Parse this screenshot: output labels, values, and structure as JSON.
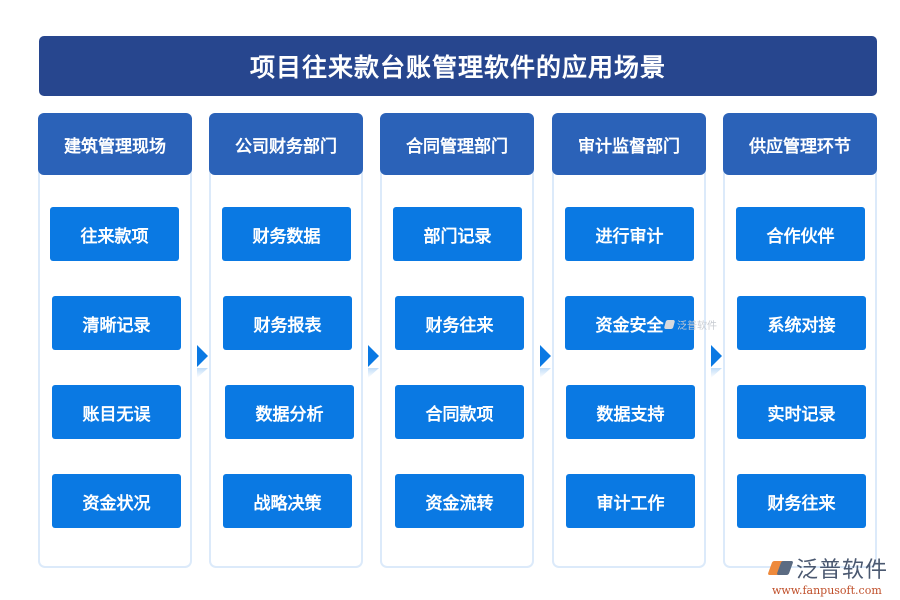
{
  "title": "项目往来款台账管理软件的应用场景",
  "columns": [
    {
      "header": "建筑管理现场",
      "items": [
        "往来款项",
        "清晰记录",
        "账目无误",
        "资金状况"
      ]
    },
    {
      "header": "公司财务部门",
      "items": [
        "财务数据",
        "财务报表",
        "数据分析",
        "战略决策"
      ]
    },
    {
      "header": "合同管理部门",
      "items": [
        "部门记录",
        "财务往来",
        "合同款项",
        "资金流转"
      ]
    },
    {
      "header": "审计监督部门",
      "items": [
        "进行审计",
        "资金安全",
        "数据支持",
        "审计工作"
      ]
    },
    {
      "header": "供应管理环节",
      "items": [
        "合作伙伴",
        "系统对接",
        "实时记录",
        "财务往来"
      ]
    }
  ],
  "watermark": {
    "text": "泛普软件"
  },
  "brand": {
    "name": "泛普软件",
    "url": "www.fanpusoft.com"
  },
  "colors": {
    "title_bg": "#27468e",
    "header_bg": "#2b62b8",
    "item_bg": "#0a79e3",
    "column_border": "#dceafa"
  }
}
